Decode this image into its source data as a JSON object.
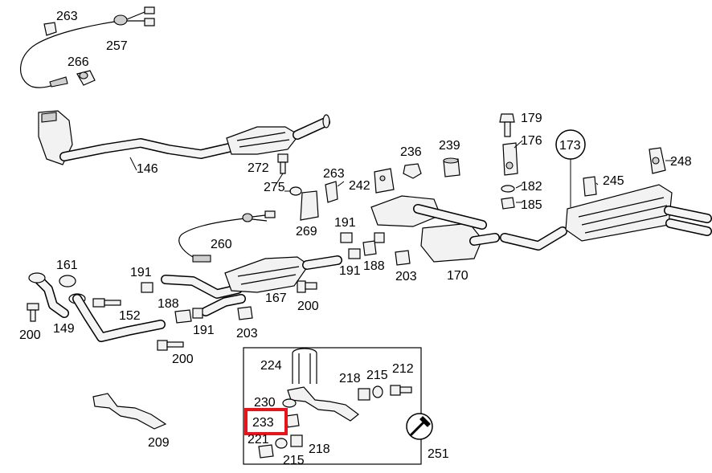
{
  "diagram": {
    "highlight_color": "#e8141c",
    "line_color": "#000000",
    "highlighted_part": "233",
    "labels": {
      "p263a": "263",
      "p257": "257",
      "p266": "266",
      "p146": "146",
      "p272": "272",
      "p275": "275",
      "p263b": "263",
      "p269": "269",
      "p260": "260",
      "p242": "242",
      "p236": "236",
      "p239": "239",
      "p179": "179",
      "p176": "176",
      "p173": "173",
      "p248": "248",
      "p245": "245",
      "p182": "182",
      "p185": "185",
      "p161": "161",
      "p191a": "191",
      "p200a": "200",
      "p149": "149",
      "p152": "152",
      "p188a": "188",
      "p191b": "191",
      "p200b": "200",
      "p203a": "203",
      "p167": "167",
      "p200c": "200",
      "p191c": "191",
      "p188b": "188",
      "p191d": "191",
      "p203b": "203",
      "p170": "170",
      "p224": "224",
      "p218a": "218",
      "p215a": "215",
      "p212": "212",
      "p230": "230",
      "p233": "233",
      "p221": "221",
      "p215b": "215",
      "p218b": "218",
      "p251": "251",
      "p209": "209"
    }
  }
}
